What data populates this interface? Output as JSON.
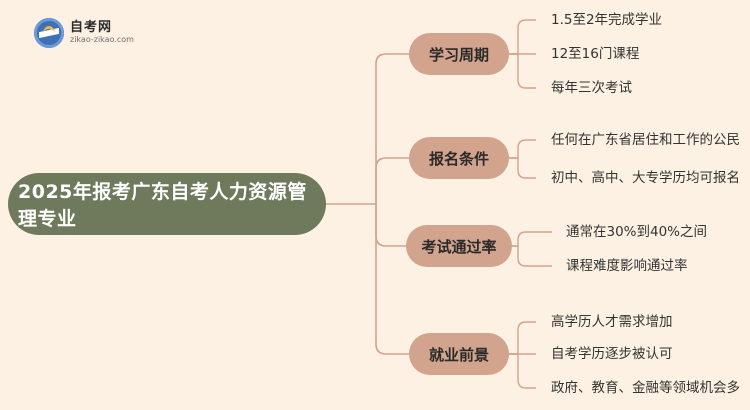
{
  "logo": {
    "title": "自考网",
    "url": "zikao-zikao.com"
  },
  "root": {
    "label": "2025年报考广东自考人力资源管理专业"
  },
  "branches": [
    {
      "label": "学习周期",
      "leaves": [
        "1.5至2年完成学业",
        "12至16门课程",
        "每年三次考试"
      ]
    },
    {
      "label": "报名条件",
      "leaves": [
        "任何在广东省居住和工作的公民",
        "初中、高中、大专学历均可报名"
      ]
    },
    {
      "label": "考试通过率",
      "leaves": [
        "通常在30%到40%之间",
        "课程难度影响通过率"
      ]
    },
    {
      "label": "就业前景",
      "leaves": [
        "高学历人才需求增加",
        "自考学历逐步被认可",
        "政府、教育、金融等领域机会多"
      ]
    }
  ],
  "colors": {
    "background": "#fdf1e3",
    "root": "#6f7a5d",
    "branch": "#d3a48d",
    "line": "#d3a48d"
  }
}
